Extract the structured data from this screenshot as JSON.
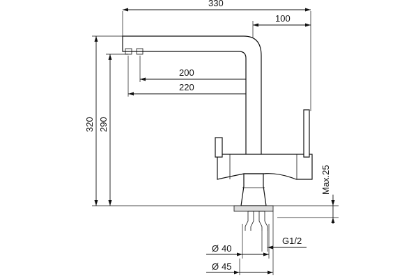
{
  "diagram": {
    "dimensions": {
      "overall_width": "330",
      "spout_offset": "100",
      "reach_200": "200",
      "reach_220": "220",
      "height_320": "320",
      "height_290": "290",
      "max_thickness": "Max.25",
      "thread": "G1/2",
      "hole_40": "40",
      "hole_45": "45"
    },
    "symbols": {
      "diameter": "Ø"
    }
  }
}
